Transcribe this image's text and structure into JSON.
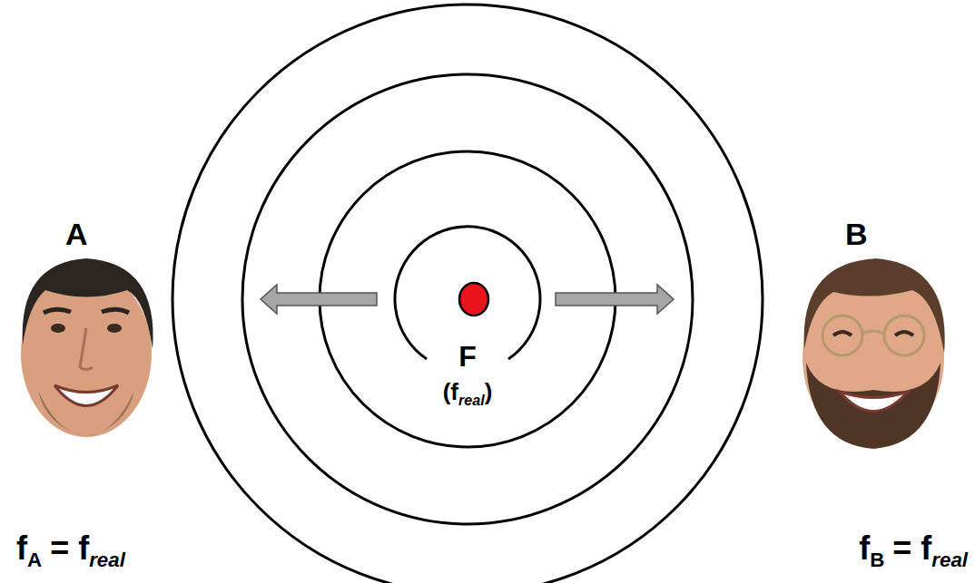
{
  "diagram": {
    "labels": [
      "A",
      "B",
      "F",
      "(f",
      "real",
      ")",
      "f",
      "A",
      "= f",
      "real",
      "f",
      "B",
      "= f",
      "real"
    ]
  }
}
